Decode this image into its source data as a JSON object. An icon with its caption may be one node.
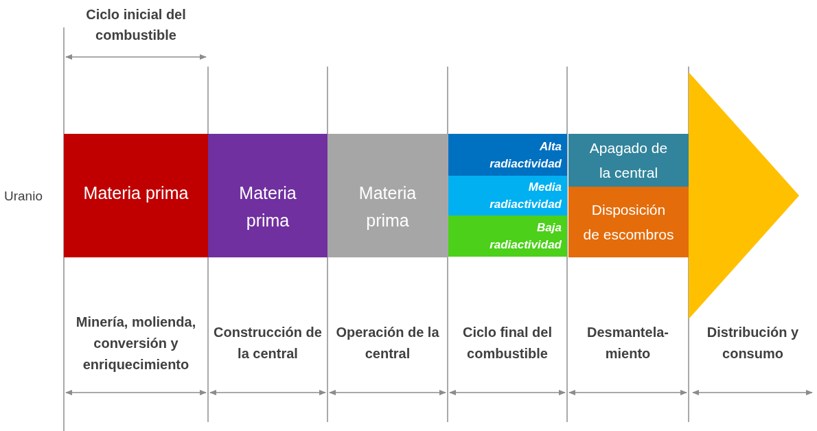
{
  "diagram": {
    "nodes": [
      {
        "text": [
          "Materia prima"
        ]
      },
      {
        "text": [
          "Materia prima"
        ]
      },
      {
        "text": [
          "Materia prima"
        ]
      },
      {
        "text": [
          "Alta radiactividad"
        ]
      },
      {
        "text": [
          "Media radiactividad"
        ]
      },
      {
        "text": [
          "Baja radiactividad"
        ]
      },
      {
        "text": [
          "Apagado de la central"
        ]
      },
      {
        "text": [
          "Disposición de escombros"
        ]
      }
    ],
    "labels": [
      "Ciclo inicial del combustible",
      "Uranio",
      "Minería, molienda, conversión y enriquecimiento",
      "Construcción de la central",
      "Operación de la central",
      "Ciclo final del combustible",
      "Desmantela- miento",
      "Distribución y consumo"
    ]
  }
}
